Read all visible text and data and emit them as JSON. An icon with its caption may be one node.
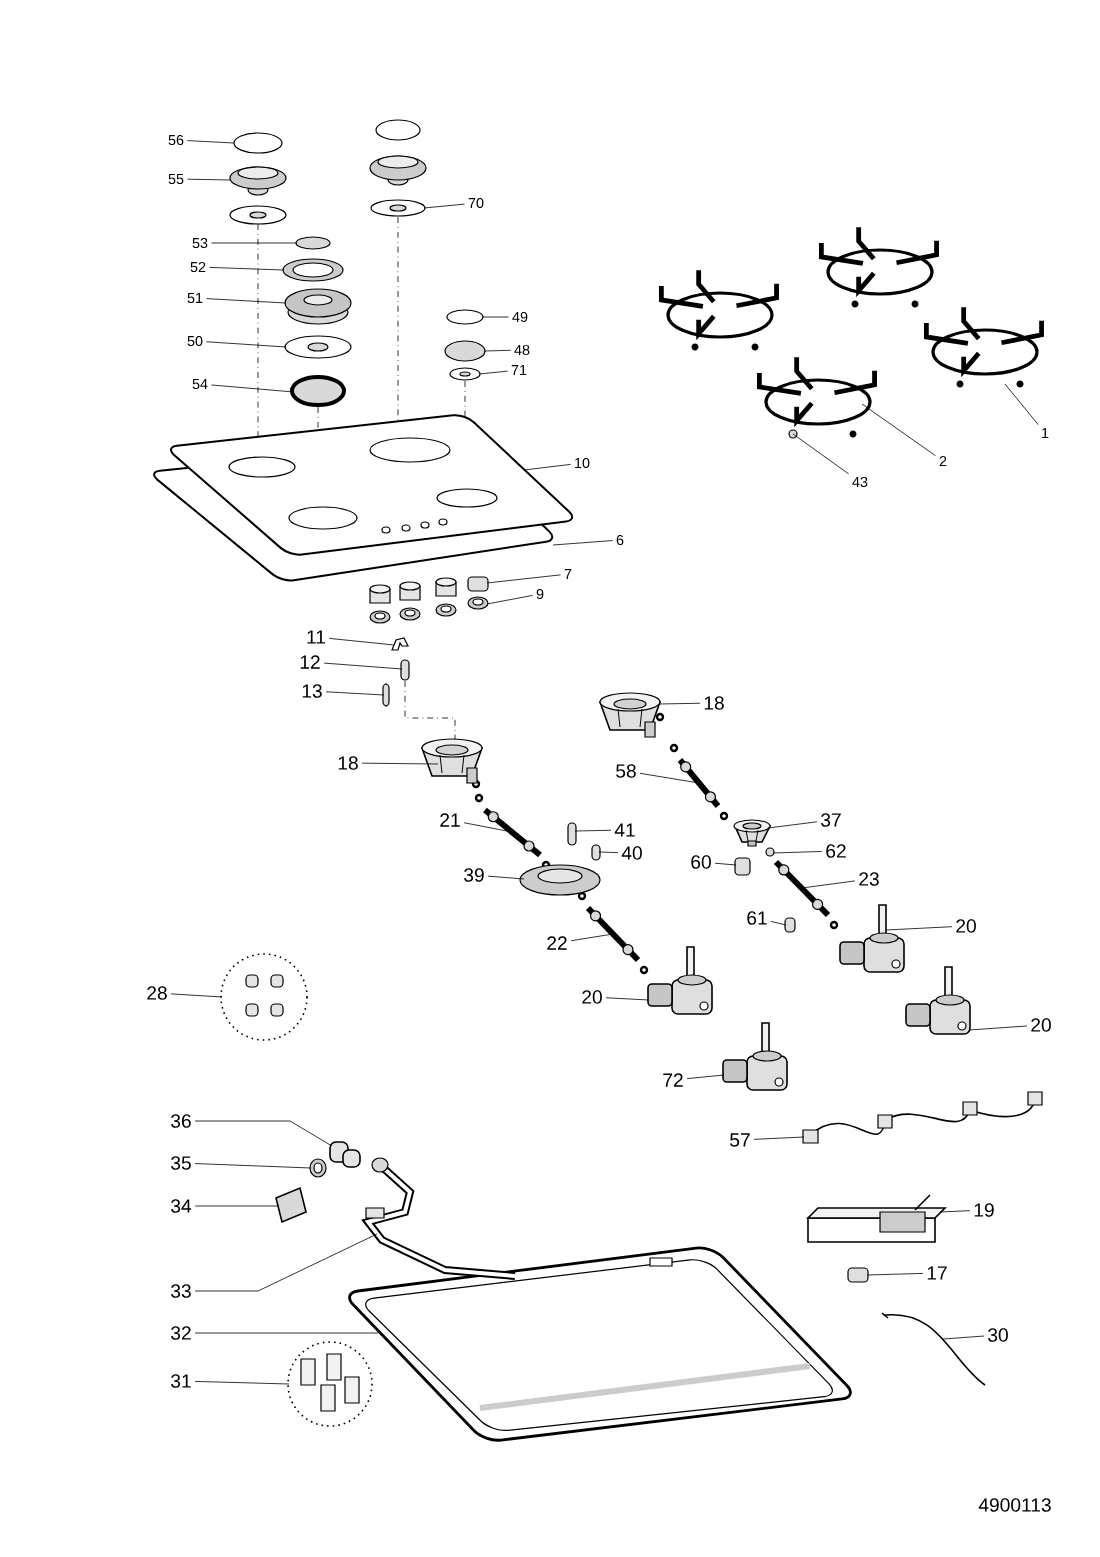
{
  "diagram": {
    "nodes": [
      {
        "text": [
          "56"
        ]
      },
      {
        "text": [
          "55"
        ]
      },
      {
        "text": [
          "70"
        ]
      },
      {
        "text": [
          "53"
        ]
      },
      {
        "text": [
          "52"
        ]
      },
      {
        "text": [
          "51"
        ]
      },
      {
        "text": [
          "49"
        ]
      },
      {
        "text": [
          "50"
        ]
      },
      {
        "text": [
          "48"
        ]
      },
      {
        "text": [
          "71"
        ]
      },
      {
        "text": [
          "54"
        ]
      },
      {
        "text": [
          "1"
        ]
      },
      {
        "text": [
          "10"
        ]
      },
      {
        "text": [
          "2"
        ]
      },
      {
        "text": [
          "43"
        ]
      },
      {
        "text": [
          "6"
        ]
      },
      {
        "text": [
          "7"
        ]
      },
      {
        "text": [
          "9"
        ]
      },
      {
        "text": [
          "11"
        ]
      },
      {
        "text": [
          "12"
        ]
      },
      {
        "text": [
          "13"
        ]
      },
      {
        "text": [
          "18"
        ]
      },
      {
        "text": [
          "18"
        ]
      },
      {
        "text": [
          "58"
        ]
      },
      {
        "text": [
          "21"
        ]
      },
      {
        "text": [
          "37"
        ]
      },
      {
        "text": [
          "41"
        ]
      },
      {
        "text": [
          "40"
        ]
      },
      {
        "text": [
          "62"
        ]
      },
      {
        "text": [
          "60"
        ]
      },
      {
        "text": [
          "39"
        ]
      },
      {
        "text": [
          "23"
        ]
      },
      {
        "text": [
          "61"
        ]
      },
      {
        "text": [
          "20"
        ]
      },
      {
        "text": [
          "22"
        ]
      },
      {
        "text": [
          "28"
        ]
      },
      {
        "text": [
          "20"
        ]
      },
      {
        "text": [
          "20"
        ]
      },
      {
        "text": [
          "72"
        ]
      },
      {
        "text": [
          "36"
        ]
      },
      {
        "text": [
          "57"
        ]
      },
      {
        "text": [
          "35"
        ]
      },
      {
        "text": [
          "34"
        ]
      },
      {
        "text": [
          "19"
        ]
      },
      {
        "text": [
          "17"
        ]
      },
      {
        "text": [
          "33"
        ]
      },
      {
        "text": [
          "30"
        ]
      },
      {
        "text": [
          "32"
        ]
      },
      {
        "text": [
          "31"
        ]
      },
      {
        "text": [],
        "shape": "circle"
      },
      {
        "text": [],
        "shape": "picture"
      },
      {
        "text": [],
        "shape": "picture"
      },
      {
        "text": [],
        "shape": "circle"
      },
      {
        "text": [],
        "shape": "picture"
      },
      {
        "text": [],
        "shape": "picture"
      },
      {
        "text": [],
        "shape": "circle"
      },
      {
        "text": [],
        "shape": "picture"
      },
      {
        "text": [],
        "shape": "circle"
      },
      {
        "text": [],
        "shape": "picture"
      },
      {
        "text": [],
        "shape": "circle"
      },
      {
        "text": [],
        "shape": "picture"
      },
      {
        "text": [],
        "shape": "picture"
      },
      {
        "text": [],
        "shape": "picture"
      },
      {
        "text": [],
        "shape": "circle"
      },
      {
        "text": [],
        "shape": "picture"
      },
      {
        "text": [],
        "shape": "box"
      },
      {
        "text": [],
        "shape": "picture"
      },
      {
        "text": [],
        "shape": "picture"
      },
      {
        "text": [],
        "shape": "box"
      },
      {
        "text": [],
        "shape": "box"
      },
      {
        "text": [],
        "shape": "picture"
      },
      {
        "text": [],
        "shape": "picture"
      },
      {
        "text": [],
        "shape": "picture"
      },
      {
        "text": [],
        "shape": "picture"
      },
      {
        "text": [],
        "shape": "picture"
      },
      {
        "text": [],
        "shape": "box"
      },
      {
        "text": [],
        "shape": "box"
      },
      {
        "text": [],
        "shape": "circle"
      },
      {
        "text": [],
        "shape": "box"
      },
      {
        "text": [],
        "shape": "picture"
      },
      {
        "text": [],
        "shape": "picture"
      },
      {
        "text": [],
        "shape": "box"
      },
      {
        "text": [],
        "shape": "picture"
      },
      {
        "text": [],
        "shape": "picture"
      },
      {
        "text": [],
        "shape": "picture"
      },
      {
        "text": [],
        "shape": "picture"
      },
      {
        "text": [],
        "shape": "picture"
      },
      {
        "text": [],
        "shape": "picture"
      },
      {
        "text": [],
        "shape": "picture"
      },
      {
        "text": [],
        "shape": "picture"
      },
      {
        "text": [],
        "shape": "picture"
      },
      {
        "text": [],
        "shape": "picture"
      },
      {
        "text": [],
        "shape": "picture"
      },
      {
        "text": [],
        "shape": "box"
      },
      {
        "text": [],
        "shape": "picture"
      },
      {
        "text": [],
        "shape": "picture"
      },
      {
        "text": [],
        "shape": "picture"
      },
      {
        "text": [],
        "shape": "picture"
      }
    ],
    "edges": [
      {
        "from": 0,
        "to": 49,
        "arrow": "none"
      },
      {
        "from": 1,
        "to": 50,
        "arrow": "none"
      },
      {
        "from": 2,
        "to": 51,
        "arrow": "none"
      },
      {
        "from": 3,
        "to": 52,
        "arrow": "none"
      },
      {
        "from": 4,
        "to": 53,
        "arrow": "none"
      },
      {
        "from": 5,
        "to": 54,
        "arrow": "none"
      },
      {
        "from": 6,
        "to": 55,
        "arrow": "none"
      },
      {
        "from": 7,
        "to": 56,
        "arrow": "none"
      },
      {
        "from": 8,
        "to": 57,
        "arrow": "none"
      },
      {
        "from": 9,
        "to": 58,
        "arrow": "none"
      },
      {
        "from": 10,
        "to": 59,
        "arrow": "none"
      },
      {
        "from": 11,
        "to": 60,
        "arrow": "none"
      },
      {
        "from": 12,
        "to": 61,
        "arrow": "none"
      },
      {
        "from": 13,
        "to": 62,
        "arrow": "none"
      },
      {
        "from": 14,
        "to": 63,
        "arrow": "none"
      },
      {
        "from": 15,
        "to": 64,
        "arrow": "none"
      },
      {
        "from": 16,
        "to": 65,
        "arrow": "none"
      },
      {
        "from": 17,
        "to": 66,
        "arrow": "none"
      },
      {
        "from": 18,
        "to": 67,
        "arrow": "none"
      },
      {
        "from": 19,
        "to": 68,
        "arrow": "none"
      },
      {
        "from": 20,
        "to": 69,
        "arrow": "none"
      },
      {
        "from": 21,
        "to": 70,
        "arrow": "none"
      },
      {
        "from": 22,
        "to": 71,
        "arrow": "none"
      },
      {
        "from": 23,
        "to": 72,
        "arrow": "none"
      },
      {
        "from": 24,
        "to": 73,
        "arrow": "none"
      },
      {
        "from": 25,
        "to": 74,
        "arrow": "none"
      },
      {
        "from": 26,
        "to": 75,
        "arrow": "none"
      },
      {
        "from": 27,
        "to": 76,
        "arrow": "none"
      },
      {
        "from": 28,
        "to": 77,
        "arrow": "none"
      },
      {
        "from": 29,
        "to": 78,
        "arrow": "none"
      },
      {
        "from": 30,
        "to": 79,
        "arrow": "none"
      },
      {
        "from": 31,
        "to": 80,
        "arrow": "none"
      },
      {
        "from": 32,
        "to": 81,
        "arrow": "none"
      },
      {
        "from": 33,
        "to": 82,
        "arrow": "none"
      },
      {
        "from": 34,
        "to": 83,
        "arrow": "none"
      },
      {
        "from": 35,
        "to": 84,
        "arrow": "none"
      },
      {
        "from": 36,
        "to": 85,
        "arrow": "none"
      },
      {
        "from": 37,
        "to": 86,
        "arrow": "none"
      },
      {
        "from": 38,
        "to": 87,
        "arrow": "none"
      },
      {
        "from": 39,
        "to": 88,
        "arrow": "none"
      },
      {
        "from": 40,
        "to": 89,
        "arrow": "none"
      },
      {
        "from": 41,
        "to": 90,
        "arrow": "none"
      },
      {
        "from": 42,
        "to": 91,
        "arrow": "none"
      },
      {
        "from": 43,
        "to": 92,
        "arrow": "none"
      },
      {
        "from": 44,
        "to": 93,
        "arrow": "none"
      },
      {
        "from": 45,
        "to": 94,
        "arrow": "none"
      },
      {
        "from": 46,
        "to": 95,
        "arrow": "none"
      },
      {
        "from": 47,
        "to": 96,
        "arrow": "none"
      },
      {
        "from": 48,
        "to": 97,
        "arrow": "none"
      }
    ],
    "labels": [
      "4900113"
    ]
  }
}
